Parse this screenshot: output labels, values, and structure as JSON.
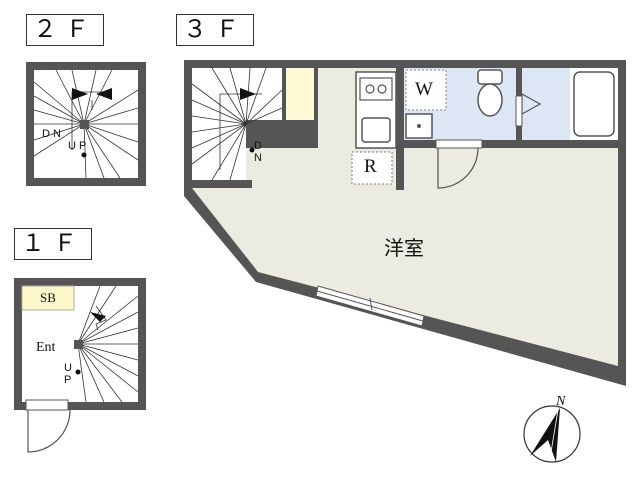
{
  "floors": {
    "f2": "２Ｆ",
    "f3": "３Ｆ",
    "f1": "１Ｆ"
  },
  "stairs": {
    "dn": "D N",
    "up": "U P"
  },
  "rooms": {
    "washer": "W",
    "fridge": "R",
    "main": "洋室",
    "shoebox": "SB",
    "entrance": "Ent"
  },
  "compass": {
    "north": "N"
  },
  "colors": {
    "wall": "#555555",
    "floor_main": "#ecebe2",
    "bath": "#dde6f5",
    "closet": "#fdf9d4",
    "shoebox": "#fdf6c8"
  }
}
